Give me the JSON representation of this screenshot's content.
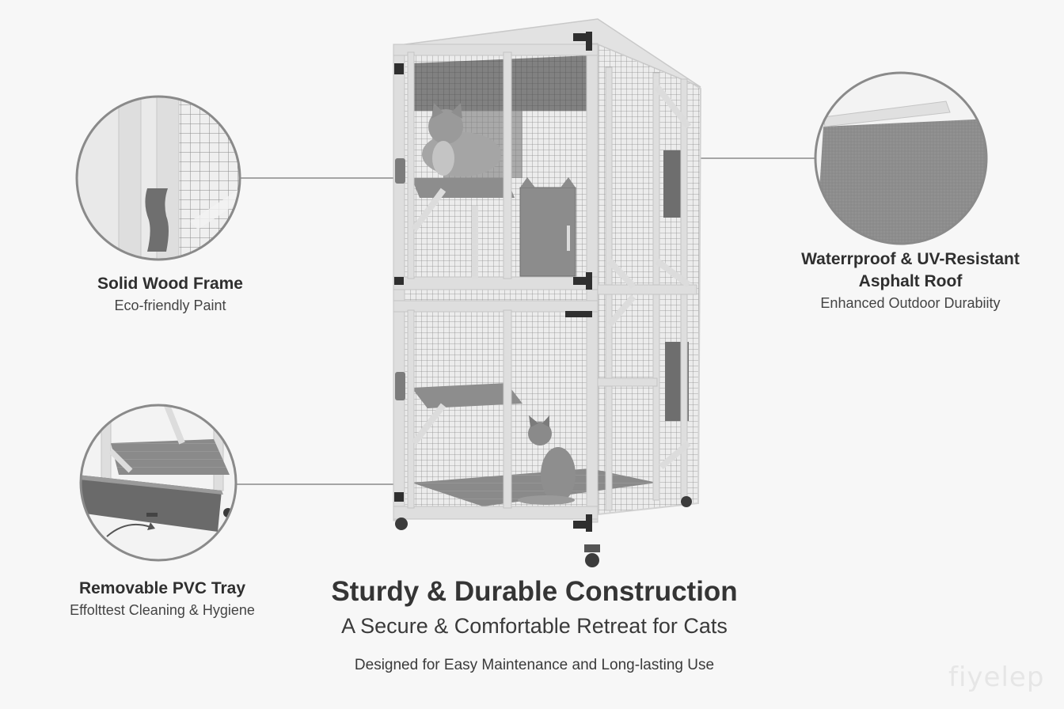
{
  "features": {
    "wood": {
      "title": "Solid Wood Frame",
      "subtitle": "Eco-friendly Paint"
    },
    "roof": {
      "title_line1": "Waterrproof & UV-Resistant",
      "title_line2": "Asphalt Roof",
      "subtitle": "Enhanced Outdoor Durabiity"
    },
    "tray": {
      "title": "Removable PVC Tray",
      "subtitle": "Effolttest Cleaning & Hygiene"
    }
  },
  "headline": {
    "title": "Sturdy & Durable Construction",
    "subtitle": "A Secure & Comfortable Retreat for Cats",
    "note": "Designed for Easy Maintenance and Long-lasting Use"
  },
  "watermark": "fiyelep",
  "colors": {
    "background": "#f7f7f7",
    "frame": "#dcdcdc",
    "mesh": "#7a7a7a",
    "dark_gray": "#6b6b6b",
    "roof": "#8a8a8a",
    "text": "#333333"
  },
  "icons": [
    "cat-icon",
    "door-handle-icon",
    "hinge-icon",
    "wheel-icon",
    "arrow-icon"
  ]
}
